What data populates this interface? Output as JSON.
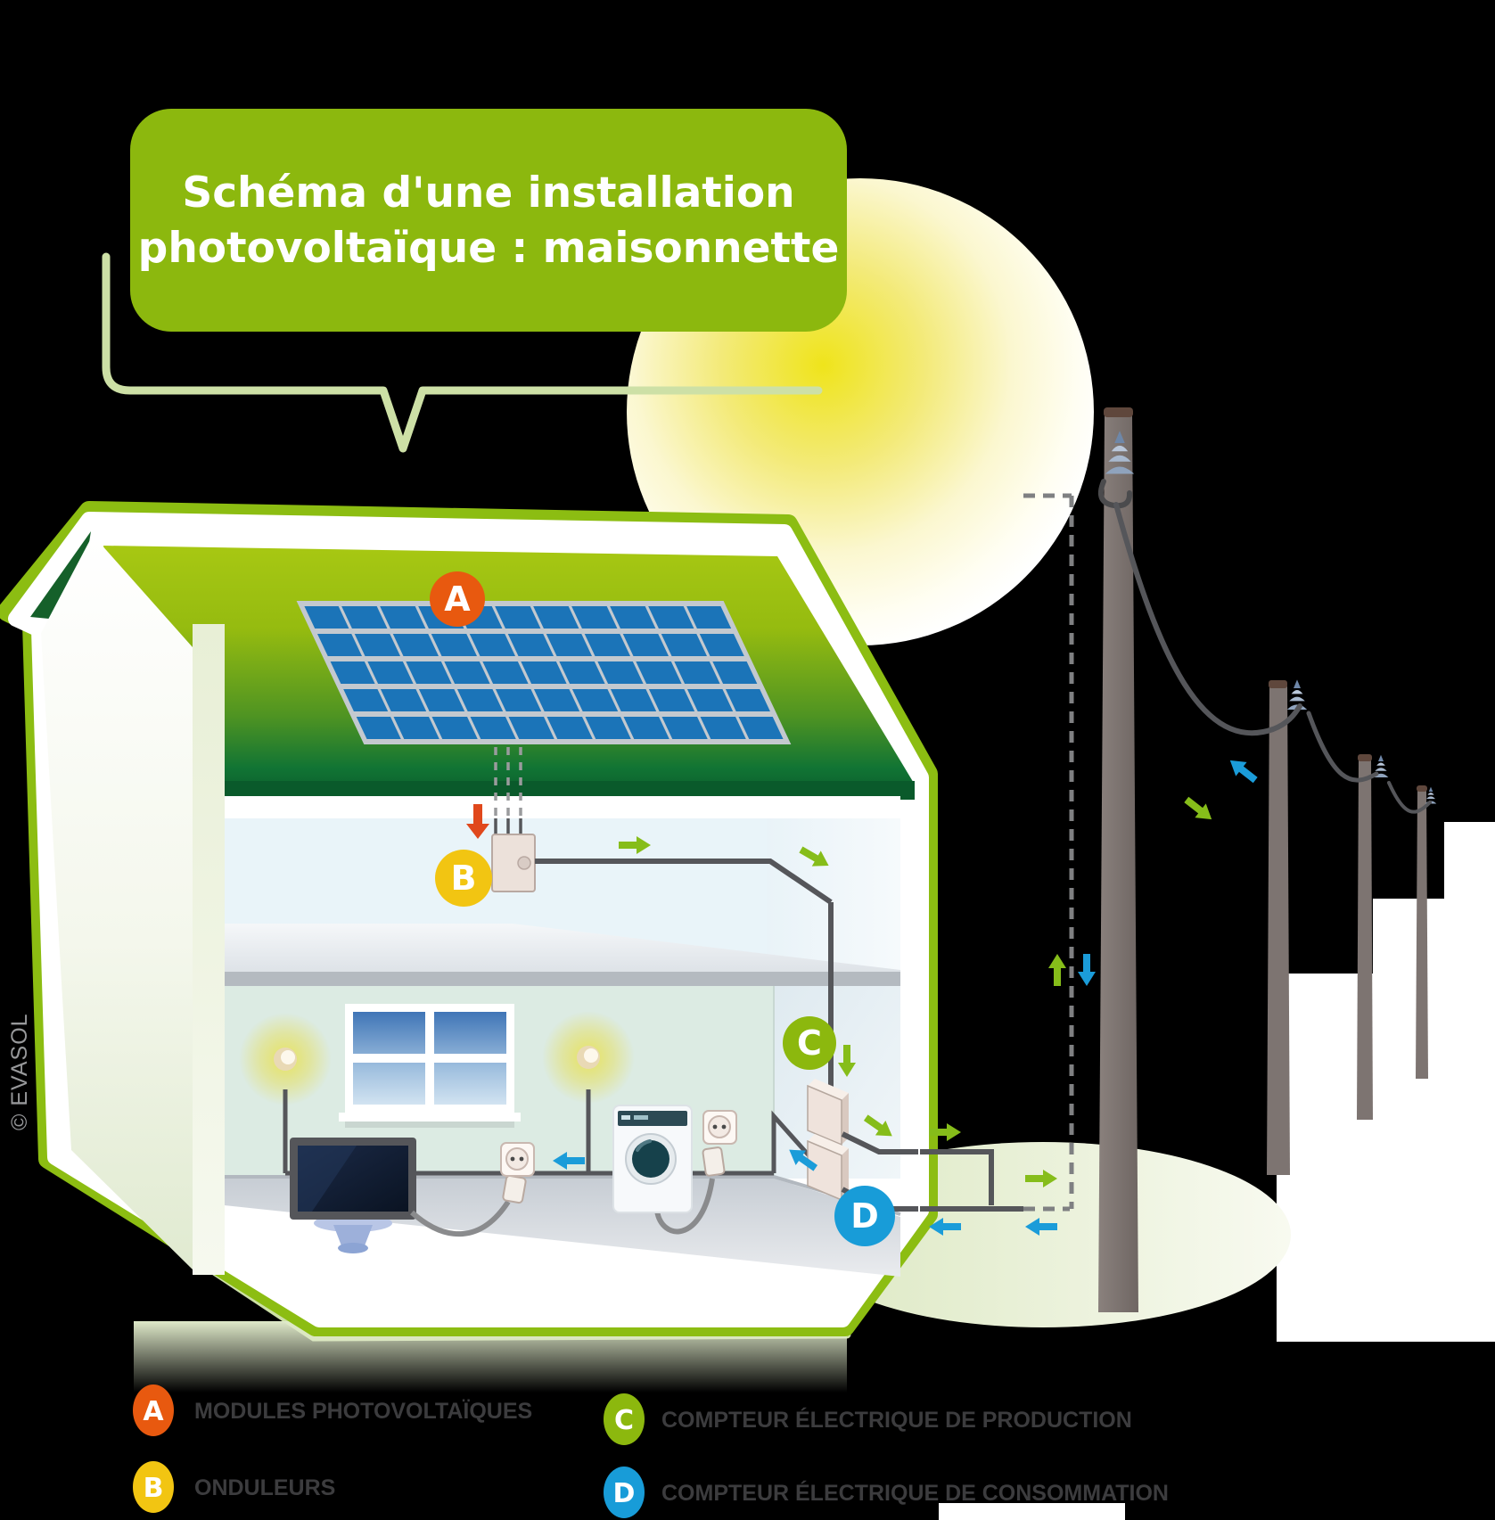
{
  "title": {
    "line1": "Schéma d'une installation",
    "line2": "photovoltaïque : maisonnette"
  },
  "copyright": "© EVASOL",
  "legend": {
    "items": [
      {
        "letter": "A",
        "label": "MODULES PHOTOVOLTAÏQUES",
        "color": "#e8590f"
      },
      {
        "letter": "B",
        "label": "ONDULEURS",
        "color": "#f2c512"
      },
      {
        "letter": "C",
        "label": "COMPTEUR ÉLECTRIQUE DE PRODUCTION",
        "color": "#8cb80e"
      },
      {
        "letter": "D",
        "label": "COMPTEUR ÉLECTRIQUE DE CONSOMMATION",
        "color": "#189cd8"
      }
    ]
  },
  "colors": {
    "bubble_green": "#8cb80e",
    "pale_green_outline": "#cde0a6",
    "roof_light_green": "#a9c913",
    "roof_dark_green": "#0a5a2b",
    "gable_dark_green": "#15602a",
    "panel_blue": "#1b74b8",
    "sun_yellow": "#efe41b",
    "wire_gray": "#55565a",
    "production_arrow_green": "#86bd1a",
    "consumption_arrow_blue": "#1b9cd9",
    "dc_arrow_red": "#e0481c",
    "pole_gray": "#7b7370",
    "attic_blue": "#e9f4f9",
    "wall_mint": "#dcebe3",
    "legend_text": "#3c3c3e"
  }
}
